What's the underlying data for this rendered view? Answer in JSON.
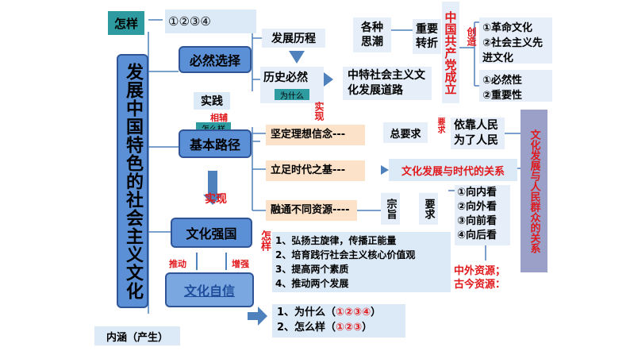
{
  "top": {
    "zenyang_label": "怎样",
    "zenyang_value": "①②③④"
  },
  "main_title": "发展中国特色的社会主义文化",
  "nodes": {
    "biran": "必然选择",
    "shijian": "实践",
    "xiangfeng": "相辅",
    "zenmeyang": "怎么样",
    "jiben": "基本路径",
    "shixian_big": "实现",
    "wenhua_qiangguo": "文化强国",
    "tuidong": "推动",
    "qingkuo": "增强",
    "wenhua_zixin": "文化自信",
    "neihan": "内涵（产生）"
  },
  "history": {
    "fazhan_licheng": "发展历程",
    "lishi_biran": "历史必然",
    "weishenme": "为什么",
    "shixian_small": "实现",
    "zhongte": "中特社会主义文化发展道路"
  },
  "right_top": {
    "gezhong": "各种思潮",
    "zhongyao": "重要转折",
    "zhongguo_gongchandang": "中国共产党成立",
    "chuangzao": "创造",
    "list1": [
      "①革命文化",
      "②社会主义先进文化"
    ],
    "list2": [
      "①必然性",
      "②重要性"
    ]
  },
  "rows": {
    "jianding": "坚定理想信念---",
    "zong_yaoqiu": "总要求",
    "yaoqiu": "要求",
    "yikao": "依靠人民为了人民",
    "lizu": "立足时代之基---",
    "shidai_guanxi": "文化发展与时代的关系",
    "rongtong": "融通不同资源----",
    "zongzhi": "宗旨",
    "yaoqiu2": "要求",
    "directions": [
      "①向内看",
      "②向外看",
      "③向前看",
      "④向后看"
    ],
    "resources": [
      "中外资源；",
      "古今资源："
    ],
    "renmin_guanxi": "文化发展与人民群众的关系"
  },
  "zenyang_red": "怎样",
  "measures": [
    "1、弘扬主旋律，传播正能量",
    "2、培育践行社会主义核心价值观",
    "3、提高两个素质",
    "4、推动两个发展"
  ],
  "bottom": {
    "line1_prefix": "1、为什么（",
    "line1_value": "①②③④",
    "line1_suffix": "）",
    "line2_prefix": "2、怎么样（",
    "line2_value": "①②③",
    "line2_suffix": "）"
  }
}
